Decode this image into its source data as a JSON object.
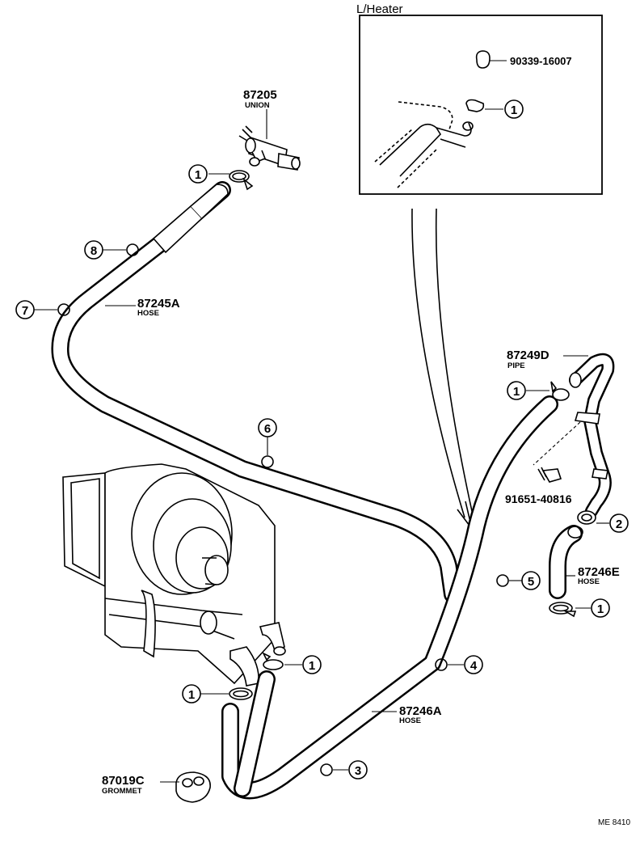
{
  "inset": {
    "title": "L/Heater",
    "part_number": "90339-16007",
    "callout": "1"
  },
  "parts": {
    "union": {
      "number": "87205",
      "name": "UNION"
    },
    "hose_a": {
      "number": "87245A",
      "name": "HOSE"
    },
    "pipe_d": {
      "number": "87249D",
      "name": "PIPE"
    },
    "bolt": {
      "number": "91651-40816"
    },
    "hose_e": {
      "number": "87246E",
      "name": "HOSE"
    },
    "hose_b": {
      "number": "87246A",
      "name": "HOSE"
    },
    "grommet": {
      "number": "87019C",
      "name": "GROMMET"
    }
  },
  "callouts": {
    "c1": "1",
    "c2": "2",
    "c3": "3",
    "c4": "4",
    "c5": "5",
    "c6": "6",
    "c7": "7",
    "c8": "8"
  },
  "reference": "ME 8410"
}
